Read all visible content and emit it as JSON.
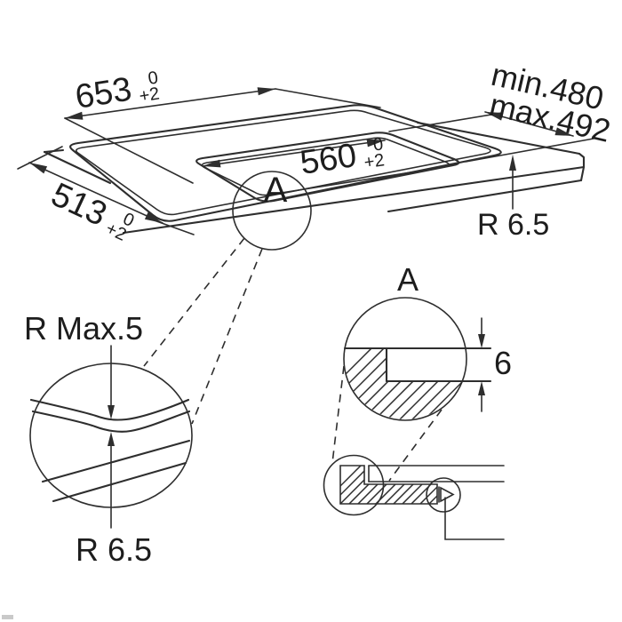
{
  "colors": {
    "line": "#2e2e2e",
    "background": "#ffffff",
    "text": "#1d1d1d"
  },
  "main_view": {
    "hob_width": {
      "value": "653",
      "tol_upper": "0",
      "tol_lower": "+2"
    },
    "hob_depth": {
      "value": "513",
      "tol_upper": "0",
      "tol_lower": "+2"
    },
    "cutout_width": {
      "value": "560",
      "tol_upper": "0",
      "tol_lower": "+2"
    },
    "cutout_depth_min": "min.480",
    "cutout_depth_max": "max.492",
    "corner_radius": "R 6.5",
    "detail_marker": "A"
  },
  "edge_detail": {
    "top_radius": "R Max.5",
    "bottom_radius": "R 6.5"
  },
  "section_detail": {
    "label": "A",
    "glass_thickness": "6"
  }
}
